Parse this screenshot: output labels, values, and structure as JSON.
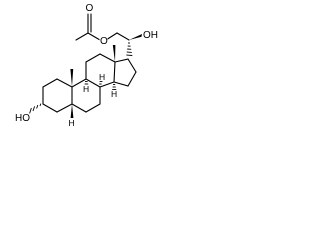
{
  "molecule": {
    "labels": {
      "o_acetate_carbonyl": "O",
      "o_acetate_ester": "O",
      "oh_c20": "OH",
      "ho_c3": "HO",
      "h_c5": "H",
      "h_c8": "H",
      "h_c9": "H",
      "h_c14": "H"
    }
  }
}
